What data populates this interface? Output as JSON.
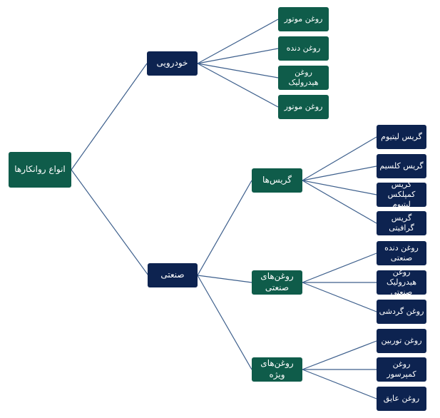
{
  "root": {
    "label": "انواع روانکارها"
  },
  "categories": {
    "automotive": {
      "label": "خودرویی",
      "children": [
        "روغن موتور",
        "روغن دنده",
        "روغن هیدرولیک",
        "روغن موتور"
      ]
    },
    "industrial": {
      "label": "صنعتی",
      "groups": {
        "greases": {
          "label": "گریس‌ها",
          "children": [
            "گریس لیتیوم",
            "گریس کلسیم",
            "گریس کمپلکس لیتیوم",
            "گریس گرافیتی"
          ]
        },
        "industrial_oils": {
          "label": "روغن‌های صنعتی",
          "children": [
            "روغن دنده صنعتی",
            "روغن هیدرولیک صنعتی",
            "روغن گردشی"
          ]
        },
        "special_oils": {
          "label": "روغن‌های ویژه",
          "children": [
            "روغن توربین",
            "روغن کمپرسور",
            "روغن عایق"
          ]
        }
      }
    }
  },
  "colors": {
    "green": "#0f5c4a",
    "navy": "#0d2350",
    "edge": "#3d5f8c"
  }
}
